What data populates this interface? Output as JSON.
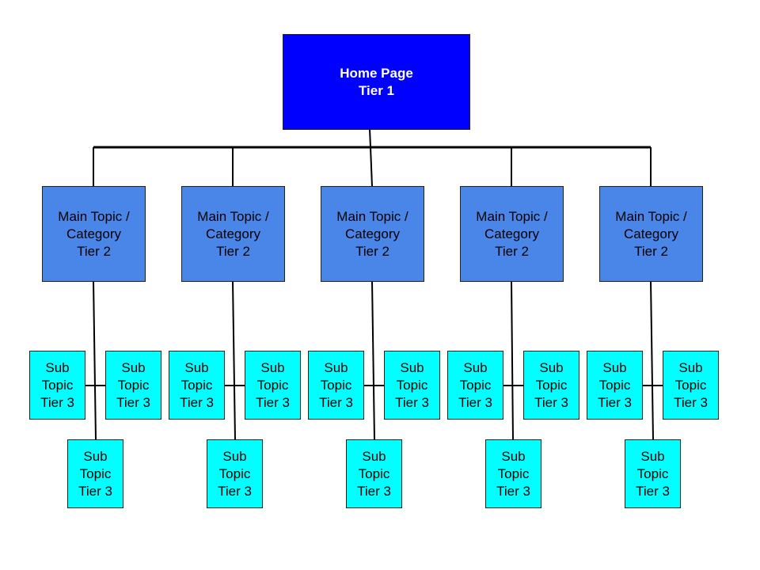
{
  "colors": {
    "tier1_fill": "#0000ff",
    "tier2_fill": "#4a86e8",
    "tier3_fill": "#00ffff",
    "line": "#000000"
  },
  "home": {
    "line1": "Home Page",
    "line2": "Tier 1"
  },
  "branches": [
    {
      "main": {
        "line1": "Main Topic /",
        "line2": "Category",
        "line3": "Tier 2"
      },
      "subs": [
        {
          "line1": "Sub",
          "line2": "Topic",
          "line3": "Tier 3"
        },
        {
          "line1": "Sub",
          "line2": "Topic",
          "line3": "Tier 3"
        },
        {
          "line1": "Sub",
          "line2": "Topic",
          "line3": "Tier 3"
        }
      ]
    },
    {
      "main": {
        "line1": "Main Topic /",
        "line2": "Category",
        "line3": "Tier 2"
      },
      "subs": [
        {
          "line1": "Sub",
          "line2": "Topic",
          "line3": "Tier 3"
        },
        {
          "line1": "Sub",
          "line2": "Topic",
          "line3": "Tier 3"
        },
        {
          "line1": "Sub",
          "line2": "Topic",
          "line3": "Tier 3"
        }
      ]
    },
    {
      "main": {
        "line1": "Main Topic /",
        "line2": "Category",
        "line3": "Tier 2"
      },
      "subs": [
        {
          "line1": "Sub",
          "line2": "Topic",
          "line3": "Tier 3"
        },
        {
          "line1": "Sub",
          "line2": "Topic",
          "line3": "Tier 3"
        },
        {
          "line1": "Sub",
          "line2": "Topic",
          "line3": "Tier 3"
        }
      ]
    },
    {
      "main": {
        "line1": "Main Topic /",
        "line2": "Category",
        "line3": "Tier 2"
      },
      "subs": [
        {
          "line1": "Sub",
          "line2": "Topic",
          "line3": "Tier 3"
        },
        {
          "line1": "Sub",
          "line2": "Topic",
          "line3": "Tier 3"
        },
        {
          "line1": "Sub",
          "line2": "Topic",
          "line3": "Tier 3"
        }
      ]
    },
    {
      "main": {
        "line1": "Main Topic /",
        "line2": "Category",
        "line3": "Tier 2"
      },
      "subs": [
        {
          "line1": "Sub",
          "line2": "Topic",
          "line3": "Tier 3"
        },
        {
          "line1": "Sub",
          "line2": "Topic",
          "line3": "Tier 3"
        },
        {
          "line1": "Sub",
          "line2": "Topic",
          "line3": "Tier 3"
        }
      ]
    }
  ]
}
